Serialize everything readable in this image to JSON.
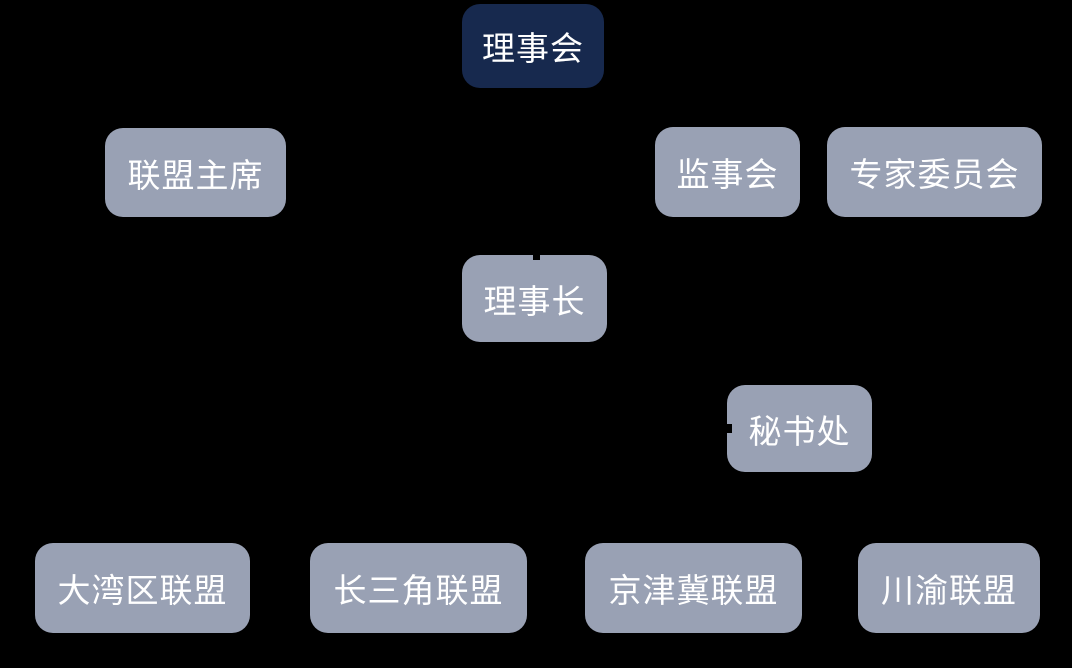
{
  "colors": {
    "background": "#000000",
    "primary_node": "#17294e",
    "secondary_node": "#99a1b4",
    "node_text": "#ffffff"
  },
  "chart_data": {
    "type": "org-tree",
    "title": "",
    "levels": [
      {
        "level": 1,
        "nodes": [
          "理事会"
        ]
      },
      {
        "level": 2,
        "nodes": [
          "联盟主席",
          "监事会",
          "专家委员会"
        ]
      },
      {
        "level": 3,
        "nodes": [
          "理事长"
        ]
      },
      {
        "level": 4,
        "nodes": [
          "秘书处"
        ]
      },
      {
        "level": 5,
        "nodes": [
          "大湾区联盟",
          "长三角联盟",
          "京津冀联盟",
          "川渝联盟"
        ]
      }
    ],
    "connectors_visible": false
  },
  "org_chart": {
    "nodes": [
      {
        "id": "board",
        "label": "理事会",
        "variant": "primary",
        "level": 1
      },
      {
        "id": "alliance-chairman",
        "label": "联盟主席",
        "variant": "secondary",
        "level": 2
      },
      {
        "id": "supervisory-board",
        "label": "监事会",
        "variant": "secondary",
        "level": 2
      },
      {
        "id": "expert-committee",
        "label": "专家委员会",
        "variant": "secondary",
        "level": 2
      },
      {
        "id": "council-chairman",
        "label": "理事长",
        "variant": "secondary",
        "level": 3
      },
      {
        "id": "secretariat",
        "label": "秘书处",
        "variant": "secondary",
        "level": 4
      },
      {
        "id": "greater-bay-area",
        "label": "大湾区联盟",
        "variant": "secondary",
        "level": 5
      },
      {
        "id": "yangtze-delta",
        "label": "长三角联盟",
        "variant": "secondary",
        "level": 5
      },
      {
        "id": "jingjinji",
        "label": "京津冀联盟",
        "variant": "secondary",
        "level": 5
      },
      {
        "id": "chuanyu",
        "label": "川渝联盟",
        "variant": "secondary",
        "level": 5
      }
    ]
  }
}
